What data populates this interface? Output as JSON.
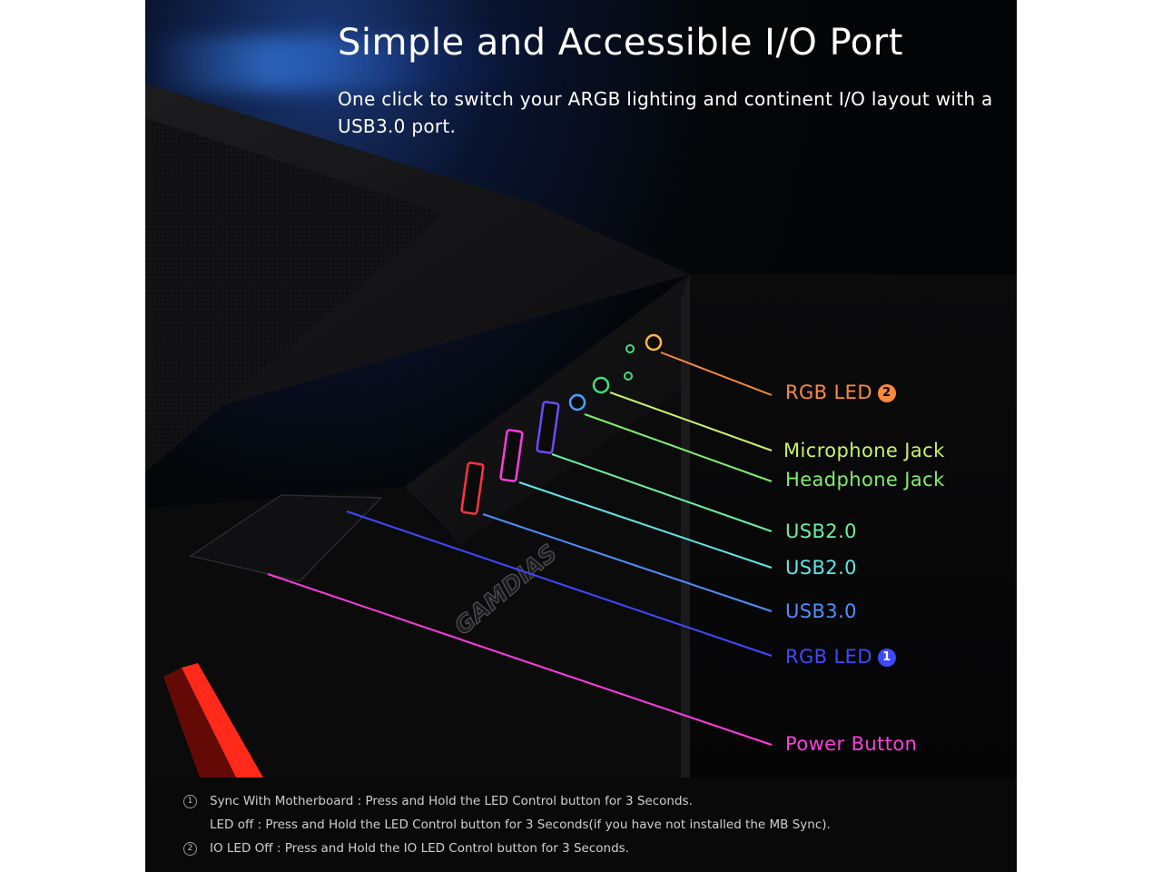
{
  "title": "Simple and Accessible I/O Port",
  "subtitle": "One click to switch your ARGB lighting and continent I/O layout with a USB3.0 port.",
  "brand_text": "GAMDIAS",
  "callouts": [
    {
      "id": "rgb-led-2",
      "label": "RGB LED",
      "badge": "2",
      "color": "#ff8a3c"
    },
    {
      "id": "microphone-jack",
      "label": "Microphone Jack",
      "color": "#c8f26a"
    },
    {
      "id": "headphone-jack",
      "label": "Headphone Jack",
      "color": "#7ef06a"
    },
    {
      "id": "usb2-a",
      "label": "USB2.0",
      "color": "#6cf0a0"
    },
    {
      "id": "usb2-b",
      "label": "USB2.0",
      "color": "#5fe6e6"
    },
    {
      "id": "usb3",
      "label": "USB3.0",
      "color": "#4f8fff"
    },
    {
      "id": "rgb-led-1",
      "label": "RGB LED",
      "badge": "1",
      "color": "#3f49ff"
    },
    {
      "id": "power-button",
      "label": "Power Button",
      "color": "#ff3ce0"
    }
  ],
  "notes": [
    {
      "number": "1",
      "text": "Sync With Motherboard : Press and Hold the LED Control button for 3 Seconds."
    },
    {
      "number": "",
      "text": "LED off : Press and Hold the LED Control button for 3 Seconds(if you have not installed the MB Sync)."
    },
    {
      "number": "2",
      "text": "IO LED Off : Press and Hold the IO LED Control button for 3 Seconds."
    }
  ],
  "colors": {
    "background": "#030305",
    "case_body": "#141416",
    "accent_red": "#ff2a1a"
  }
}
